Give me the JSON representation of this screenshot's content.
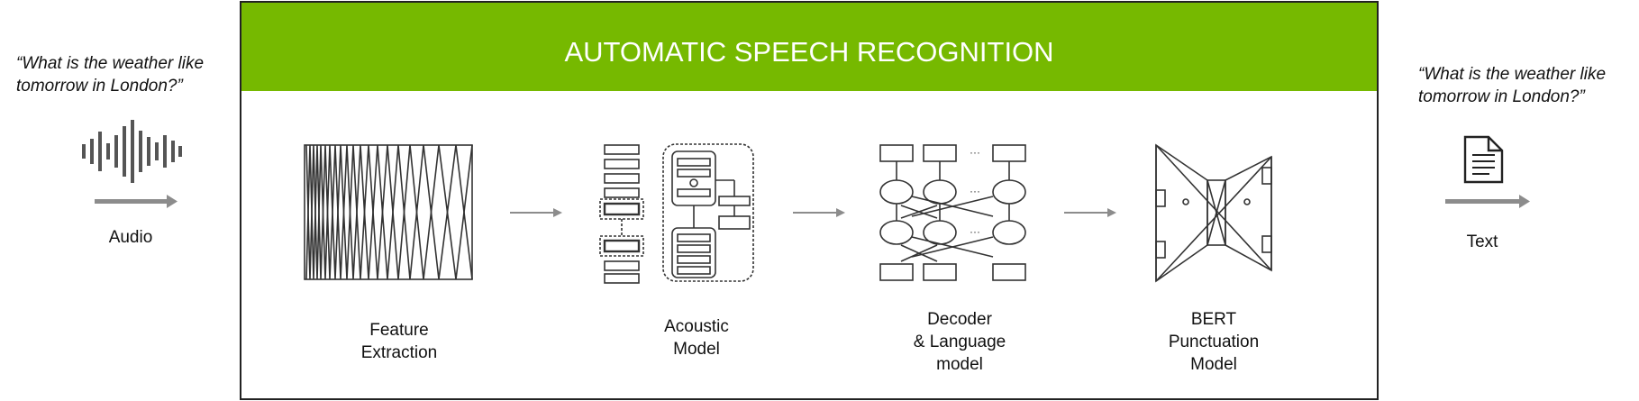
{
  "input": {
    "quote_line1": "“What is the weather like",
    "quote_line2": "tomorrow in London?”",
    "label": "Audio",
    "icon": "audio-waveform-icon"
  },
  "output": {
    "quote_line1": "“What is the weather like",
    "quote_line2": "tomorrow in London?”",
    "label": "Text",
    "icon": "document-icon"
  },
  "header": {
    "title": "AUTOMATIC SPEECH RECOGNITION",
    "color": "#76b900"
  },
  "stages": [
    {
      "id": "feature-extraction",
      "line1": "Feature",
      "line2": "Extraction",
      "line3": ""
    },
    {
      "id": "acoustic-model",
      "line1": "Acoustic",
      "line2": "Model",
      "line3": ""
    },
    {
      "id": "decoder-language-model",
      "line1": "Decoder",
      "line2": "& Language",
      "line3": "model"
    },
    {
      "id": "bert-punctuation-model",
      "line1": "BERT",
      "line2": "Punctuation",
      "line3": "Model"
    }
  ],
  "colors": {
    "arrow": "#8c8c8c",
    "line": "#444444"
  }
}
